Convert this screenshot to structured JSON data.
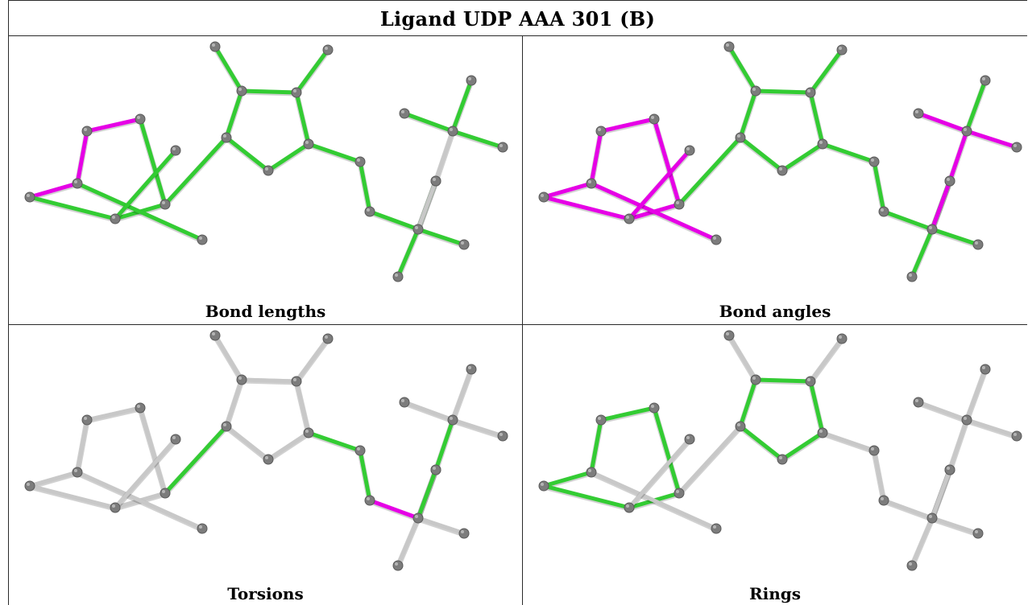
{
  "title": "Ligand UDP AAA 301 (B)",
  "colors": {
    "ok_bond": "#33cc33",
    "outlier_bond": "#e600e6",
    "neutral_bond": "#c8c8c8",
    "atom": "#7c7c7c"
  },
  "panels": [
    {
      "caption": "Bond lengths",
      "bonds": [
        [
          "n0",
          "n1",
          "outlier"
        ],
        [
          "n1",
          "n2",
          "outlier"
        ],
        [
          "n2",
          "n3",
          "outlier"
        ],
        [
          "n3",
          "n4",
          "ok"
        ],
        [
          "n4",
          "n5",
          "ok"
        ],
        [
          "n5",
          "n0",
          "ok"
        ],
        [
          "n2",
          "n6",
          "ok"
        ],
        [
          "n4",
          "n7",
          "ok"
        ],
        [
          "n5",
          "r0",
          "ok"
        ],
        [
          "r0",
          "r1",
          "ok"
        ],
        [
          "r1",
          "r2",
          "ok"
        ],
        [
          "r2",
          "r3",
          "ok"
        ],
        [
          "r3",
          "r4",
          "ok"
        ],
        [
          "r4",
          "r0",
          "ok"
        ],
        [
          "r1",
          "s1",
          "ok"
        ],
        [
          "r2",
          "s2",
          "ok"
        ],
        [
          "r3",
          "c1",
          "ok"
        ],
        [
          "c1",
          "c2",
          "ok"
        ],
        [
          "c2",
          "p1",
          "ok"
        ],
        [
          "p1",
          "p1a",
          "ok"
        ],
        [
          "p1",
          "p1b",
          "ok"
        ],
        [
          "p1",
          "p1c",
          "ok"
        ],
        [
          "p1",
          "b1",
          "neutral"
        ],
        [
          "b1",
          "p2",
          "neutral"
        ],
        [
          "p2",
          "p2a",
          "ok"
        ],
        [
          "p2",
          "p2b",
          "ok"
        ],
        [
          "p2",
          "p2c",
          "ok"
        ]
      ]
    },
    {
      "caption": "Bond angles",
      "bonds": [
        [
          "n0",
          "n1",
          "outlier"
        ],
        [
          "n1",
          "n2",
          "outlier"
        ],
        [
          "n2",
          "n3",
          "outlier"
        ],
        [
          "n3",
          "n4",
          "outlier"
        ],
        [
          "n4",
          "n5",
          "outlier"
        ],
        [
          "n5",
          "n0",
          "outlier"
        ],
        [
          "n2",
          "n6",
          "outlier"
        ],
        [
          "n4",
          "n7",
          "outlier"
        ],
        [
          "n5",
          "r0",
          "ok"
        ],
        [
          "r0",
          "r1",
          "ok"
        ],
        [
          "r1",
          "r2",
          "ok"
        ],
        [
          "r2",
          "r3",
          "ok"
        ],
        [
          "r3",
          "r4",
          "ok"
        ],
        [
          "r4",
          "r0",
          "ok"
        ],
        [
          "r1",
          "s1",
          "ok"
        ],
        [
          "r2",
          "s2",
          "ok"
        ],
        [
          "r3",
          "c1",
          "ok"
        ],
        [
          "c1",
          "c2",
          "ok"
        ],
        [
          "c2",
          "p1",
          "ok"
        ],
        [
          "p1",
          "p1a",
          "ok"
        ],
        [
          "p1",
          "p1b",
          "ok"
        ],
        [
          "p1",
          "p1c",
          "ok"
        ],
        [
          "p1",
          "b1",
          "outlier"
        ],
        [
          "b1",
          "p2",
          "outlier"
        ],
        [
          "p2",
          "p2a",
          "outlier"
        ],
        [
          "p2",
          "p2b",
          "outlier"
        ],
        [
          "p2",
          "p2c",
          "ok"
        ]
      ]
    },
    {
      "caption": "Torsions",
      "bonds": [
        [
          "n0",
          "n1",
          "neutral"
        ],
        [
          "n1",
          "n2",
          "neutral"
        ],
        [
          "n2",
          "n3",
          "neutral"
        ],
        [
          "n3",
          "n4",
          "neutral"
        ],
        [
          "n4",
          "n5",
          "neutral"
        ],
        [
          "n5",
          "n0",
          "neutral"
        ],
        [
          "n2",
          "n6",
          "neutral"
        ],
        [
          "n4",
          "n7",
          "neutral"
        ],
        [
          "n5",
          "r0",
          "ok"
        ],
        [
          "r0",
          "r1",
          "neutral"
        ],
        [
          "r1",
          "r2",
          "neutral"
        ],
        [
          "r2",
          "r3",
          "neutral"
        ],
        [
          "r3",
          "r4",
          "neutral"
        ],
        [
          "r4",
          "r0",
          "neutral"
        ],
        [
          "r1",
          "s1",
          "neutral"
        ],
        [
          "r2",
          "s2",
          "neutral"
        ],
        [
          "r3",
          "c1",
          "ok"
        ],
        [
          "c1",
          "c2",
          "ok"
        ],
        [
          "c2",
          "p1",
          "outlier"
        ],
        [
          "p1",
          "p1a",
          "neutral"
        ],
        [
          "p1",
          "p1b",
          "neutral"
        ],
        [
          "p1",
          "p1c",
          "neutral"
        ],
        [
          "p1",
          "b1",
          "ok"
        ],
        [
          "b1",
          "p2",
          "ok"
        ],
        [
          "p2",
          "p2a",
          "neutral"
        ],
        [
          "p2",
          "p2b",
          "neutral"
        ],
        [
          "p2",
          "p2c",
          "neutral"
        ]
      ]
    },
    {
      "caption": "Rings",
      "bonds": [
        [
          "n0",
          "n1",
          "ok"
        ],
        [
          "n1",
          "n2",
          "ok"
        ],
        [
          "n2",
          "n3",
          "ok"
        ],
        [
          "n3",
          "n4",
          "ok"
        ],
        [
          "n4",
          "n5",
          "ok"
        ],
        [
          "n5",
          "n0",
          "ok"
        ],
        [
          "n2",
          "n6",
          "neutral"
        ],
        [
          "n4",
          "n7",
          "neutral"
        ],
        [
          "n5",
          "r0",
          "neutral"
        ],
        [
          "r0",
          "r1",
          "ok"
        ],
        [
          "r1",
          "r2",
          "ok"
        ],
        [
          "r2",
          "r3",
          "ok"
        ],
        [
          "r3",
          "r4",
          "ok"
        ],
        [
          "r4",
          "r0",
          "ok"
        ],
        [
          "r1",
          "s1",
          "neutral"
        ],
        [
          "r2",
          "s2",
          "neutral"
        ],
        [
          "r3",
          "c1",
          "neutral"
        ],
        [
          "c1",
          "c2",
          "neutral"
        ],
        [
          "c2",
          "p1",
          "neutral"
        ],
        [
          "p1",
          "p1a",
          "neutral"
        ],
        [
          "p1",
          "p1b",
          "neutral"
        ],
        [
          "p1",
          "p1c",
          "neutral"
        ],
        [
          "p1",
          "b1",
          "neutral"
        ],
        [
          "b1",
          "p2",
          "neutral"
        ],
        [
          "p2",
          "p2a",
          "neutral"
        ],
        [
          "p2",
          "p2b",
          "neutral"
        ],
        [
          "p2",
          "p2c",
          "neutral"
        ]
      ]
    }
  ]
}
